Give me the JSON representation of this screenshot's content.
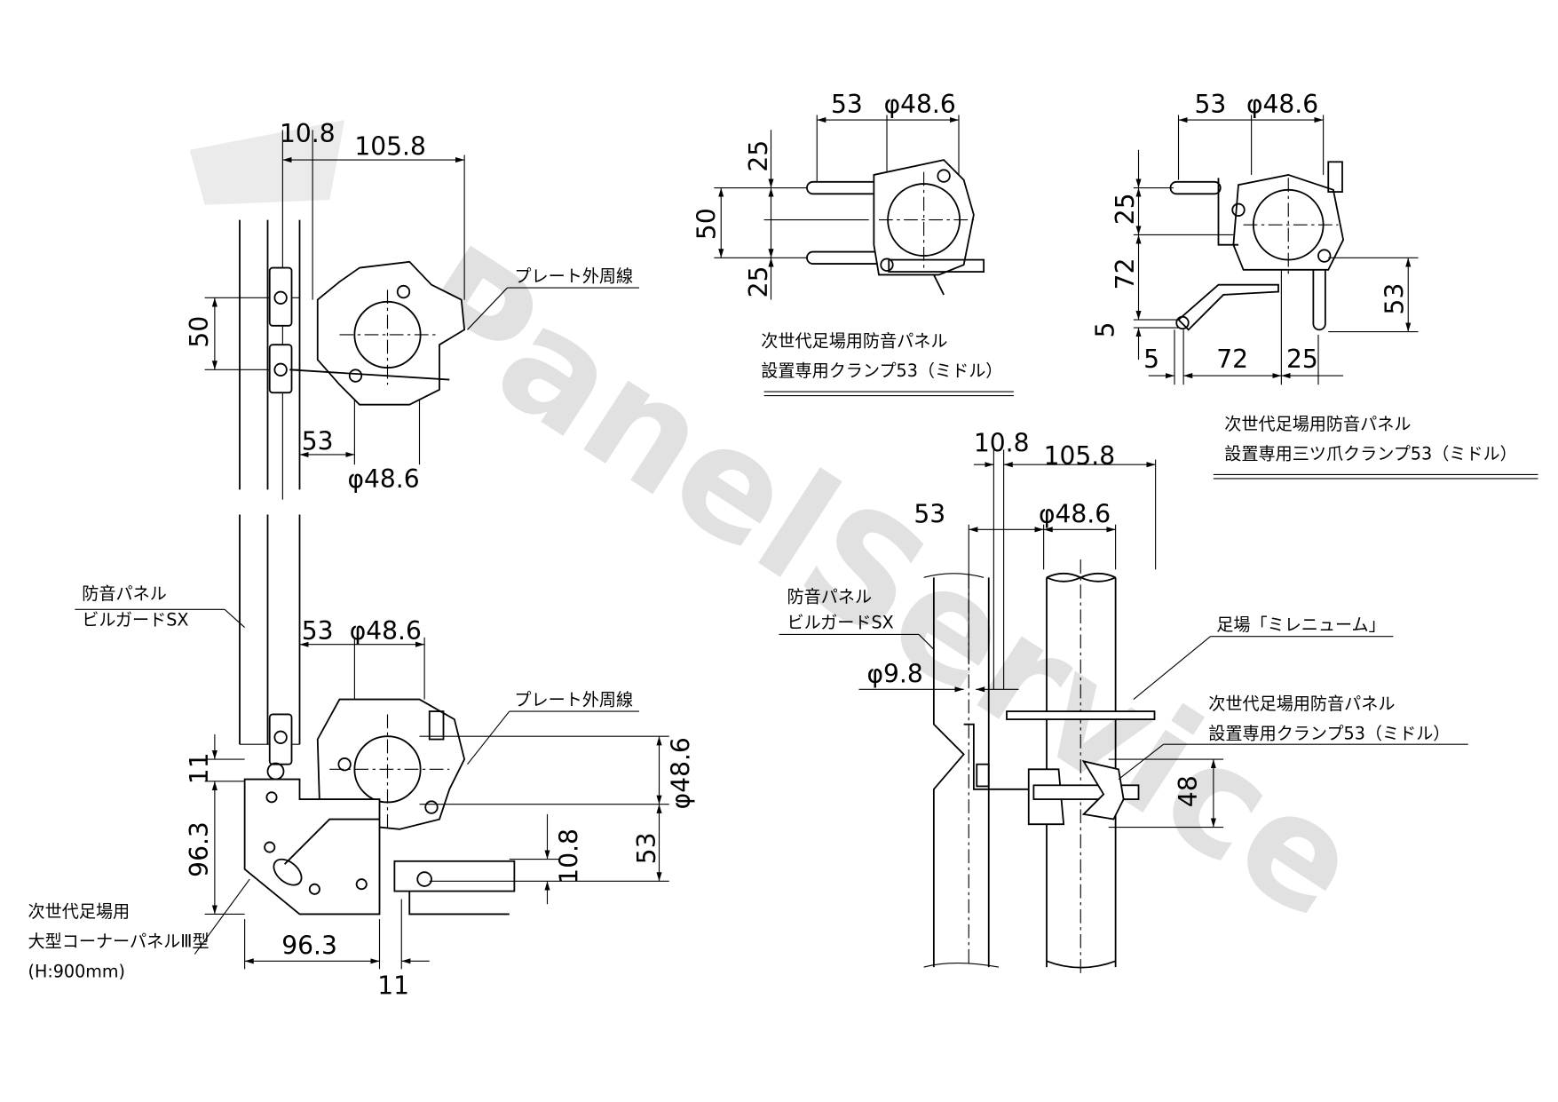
{
  "watermark": "PanelService",
  "left_top_view": {
    "dim_10_8": "10.8",
    "dim_105_8": "105.8",
    "dim_50": "50",
    "dim_53": "53",
    "dim_phi48_6": "φ48.6",
    "plate_label": "プレート外周線"
  },
  "left_corner_view": {
    "panel_label_1": "防音パネル",
    "panel_label_2": "ビルガードSX",
    "dim_53": "53",
    "dim_phi48_6": "φ48.6",
    "plate_label": "プレート外周線",
    "dim_11_v": "11",
    "dim_96_3_v": "96.3",
    "dim_phi48_6_v": "φ48.6",
    "dim_53_v": "53",
    "dim_10_8_v": "10.8",
    "dim_96_3_h": "96.3",
    "dim_11_h": "11",
    "corner_label_1": "次世代足場用",
    "corner_label_2": "大型コーナーパネルⅢ型",
    "corner_label_3": "(H:900mm)"
  },
  "clamp_middle": {
    "dim_53": "53",
    "dim_phi48_6": "φ48.6",
    "dim_25_top": "25",
    "dim_50": "50",
    "dim_25_bottom": "25",
    "title_1": "次世代足場用防音パネル",
    "title_2": "設置専用クランプ53（ミドル）"
  },
  "clamp_three_claw": {
    "dim_53": "53",
    "dim_phi48_6": "φ48.6",
    "dim_25_v": "25",
    "dim_72_v": "72",
    "dim_5_v": "5",
    "dim_53_v": "53",
    "dim_5_h": "5",
    "dim_72_h": "72",
    "dim_25_h": "25",
    "title_1": "次世代足場用防音パネル",
    "title_2": "設置専用三ツ爪クランプ53（ミドル）"
  },
  "side_view": {
    "dim_10_8": "10.8",
    "dim_105_8": "105.8",
    "dim_53": "53",
    "dim_phi48_6": "φ48.6",
    "panel_label_1": "防音パネル",
    "panel_label_2": "ビルガードSX",
    "dim_phi9_8": "φ9.8",
    "scaffold_label": "足場「ミレニューム」",
    "clamp_label_1": "次世代足場用防音パネル",
    "clamp_label_2": "設置専用クランプ53（ミドル）",
    "dim_48_v": "48"
  }
}
